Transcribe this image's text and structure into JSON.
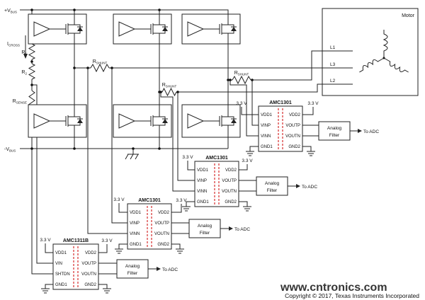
{
  "labels": {
    "vbus_pos": {
      "main": "+V",
      "sub": "BUS"
    },
    "vbus_neg": {
      "main": "-V",
      "sub": "BUS"
    },
    "icross": {
      "main": "I",
      "sub": "CROSS"
    },
    "r1": {
      "main": "R",
      "sub": "1"
    },
    "r2": {
      "main": "R",
      "sub": "2"
    },
    "rsense": {
      "main": "R",
      "sub": "SENSE"
    },
    "rshunt": {
      "main": "R",
      "sub": "SHUNT"
    },
    "supply": "3.3 V"
  },
  "ics": {
    "amc1301": {
      "name": "AMC1301",
      "pins_left": [
        "VDD1",
        "VINP",
        "VINN",
        "GND1"
      ],
      "pins_right": [
        "VDD2",
        "VOUTP",
        "VOUTN",
        "GND2"
      ]
    },
    "amc1311b": {
      "name": "AMC1311B",
      "pins_left": [
        "VDD1",
        "VIN",
        "SHTDN",
        "GND1"
      ],
      "pins_right": [
        "VDD2",
        "VOUTP",
        "VOUTN",
        "GND2"
      ]
    }
  },
  "filter": {
    "line1": "Analog",
    "line2": "Filter",
    "output": "To ADC"
  },
  "motor": {
    "title": "Motor",
    "terminals": [
      "L1",
      "L3",
      "L2"
    ]
  },
  "footer": {
    "watermark": "www.cntronics.com",
    "copyright": "Copyright © 2017, Texas Instruments Incorporated"
  },
  "colors": {
    "isolation": "#cc0000",
    "watermark": "#9bc53d",
    "wire": "#222222"
  }
}
